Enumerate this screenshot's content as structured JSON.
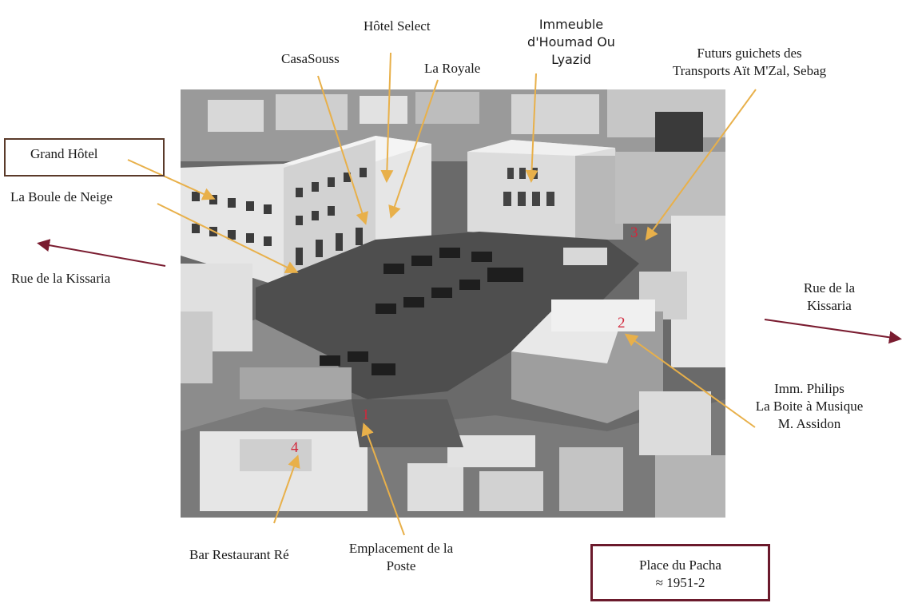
{
  "labels": {
    "hotel_select": "Hôtel Select",
    "immeuble": [
      "Immeuble",
      "d'Houmad Ou",
      "Lyazid"
    ],
    "casasouss": "CasaSouss",
    "la_royale": "La Royale",
    "futurs": [
      "Futurs guichets des",
      "Transports Aït M'Zal, Sebag"
    ],
    "grand_hotel": "Grand Hôtel",
    "boule_neige": "La Boule de Neige",
    "rue_left": "Rue de la Kissaria",
    "rue_right": [
      "Rue de la",
      "Kissaria"
    ],
    "philips": [
      "Imm. Philips",
      "La Boite à Musique",
      "M. Assidon"
    ],
    "bar": "Bar Restaurant Ré",
    "poste": [
      "Emplacement de la",
      "Poste"
    ],
    "place": [
      "Place du Pacha",
      "≈ 1951-2"
    ]
  },
  "markers": [
    "1",
    "2",
    "3",
    "4"
  ],
  "colors": {
    "arrow_gold": "#e8b04a",
    "arrow_maroon": "#7a1c30",
    "marker_red": "#d2283c",
    "box_brown": "#5a3a2a"
  }
}
